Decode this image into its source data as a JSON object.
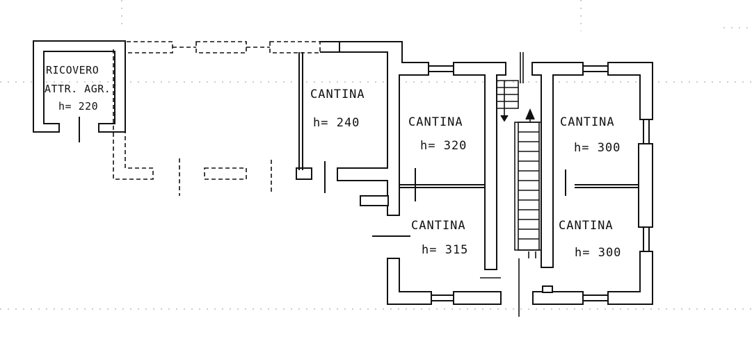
{
  "drawing": {
    "line_color": "#111111",
    "paper_color": "#ffffff"
  },
  "rooms": {
    "ricovero": {
      "line1": "RICOVERO",
      "line2": "ATTR. AGR.",
      "height": "h= 220"
    },
    "cantina_a": {
      "name": "CANTINA",
      "height": "h= 240"
    },
    "cantina_b": {
      "name": "CANTINA",
      "height": "h= 320"
    },
    "cantina_c": {
      "name": "CANTINA",
      "height": "h= 315"
    },
    "cantina_d": {
      "name": "CANTINA",
      "height": "h= 300"
    },
    "cantina_e": {
      "name": "CANTINA",
      "height": "h= 300"
    }
  }
}
